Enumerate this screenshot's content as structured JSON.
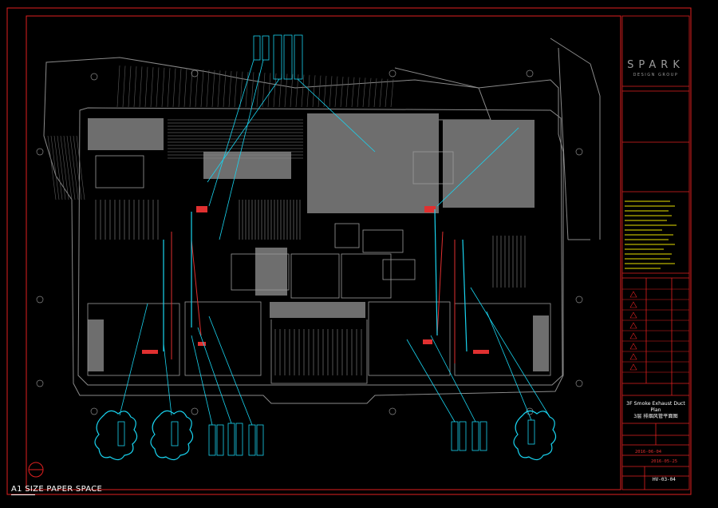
{
  "logo": {
    "name": "SPARK",
    "subtitle": "DESIGN GROUP"
  },
  "paper_space_label": "A1 SIZE PAPER SPACE",
  "title_block": {
    "drawing_title_en": "3F Smoke Exhaust Duct",
    "drawing_title_en2": "Plan",
    "drawing_title_cn": "3层 排烟风管平面图",
    "date_1": "2016-06-04",
    "date_2": "2016-05-25",
    "sheet_no": "HV-03-04"
  },
  "colors": {
    "background": "#000000",
    "frame": "#e02020",
    "lines": "#8a8a8a",
    "solid_fill": "#6e6e6e",
    "annotation": "#19d4f0",
    "equipment": "#e03030",
    "notes_text": "#e8e000"
  }
}
